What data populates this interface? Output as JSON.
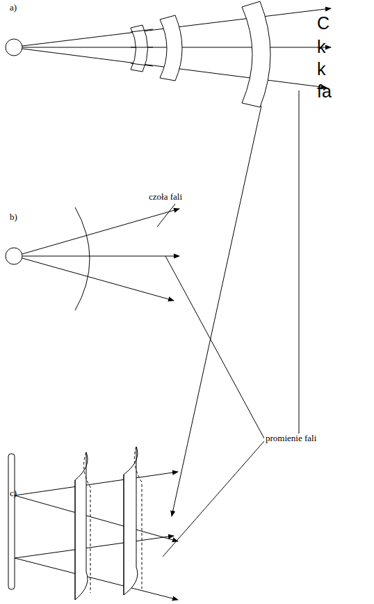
{
  "diagram": {
    "labels": [
      "a)",
      "C",
      "k",
      "k",
      "fa",
      "czoła fali",
      "b)",
      "promienie fali",
      "c)"
    ]
  }
}
